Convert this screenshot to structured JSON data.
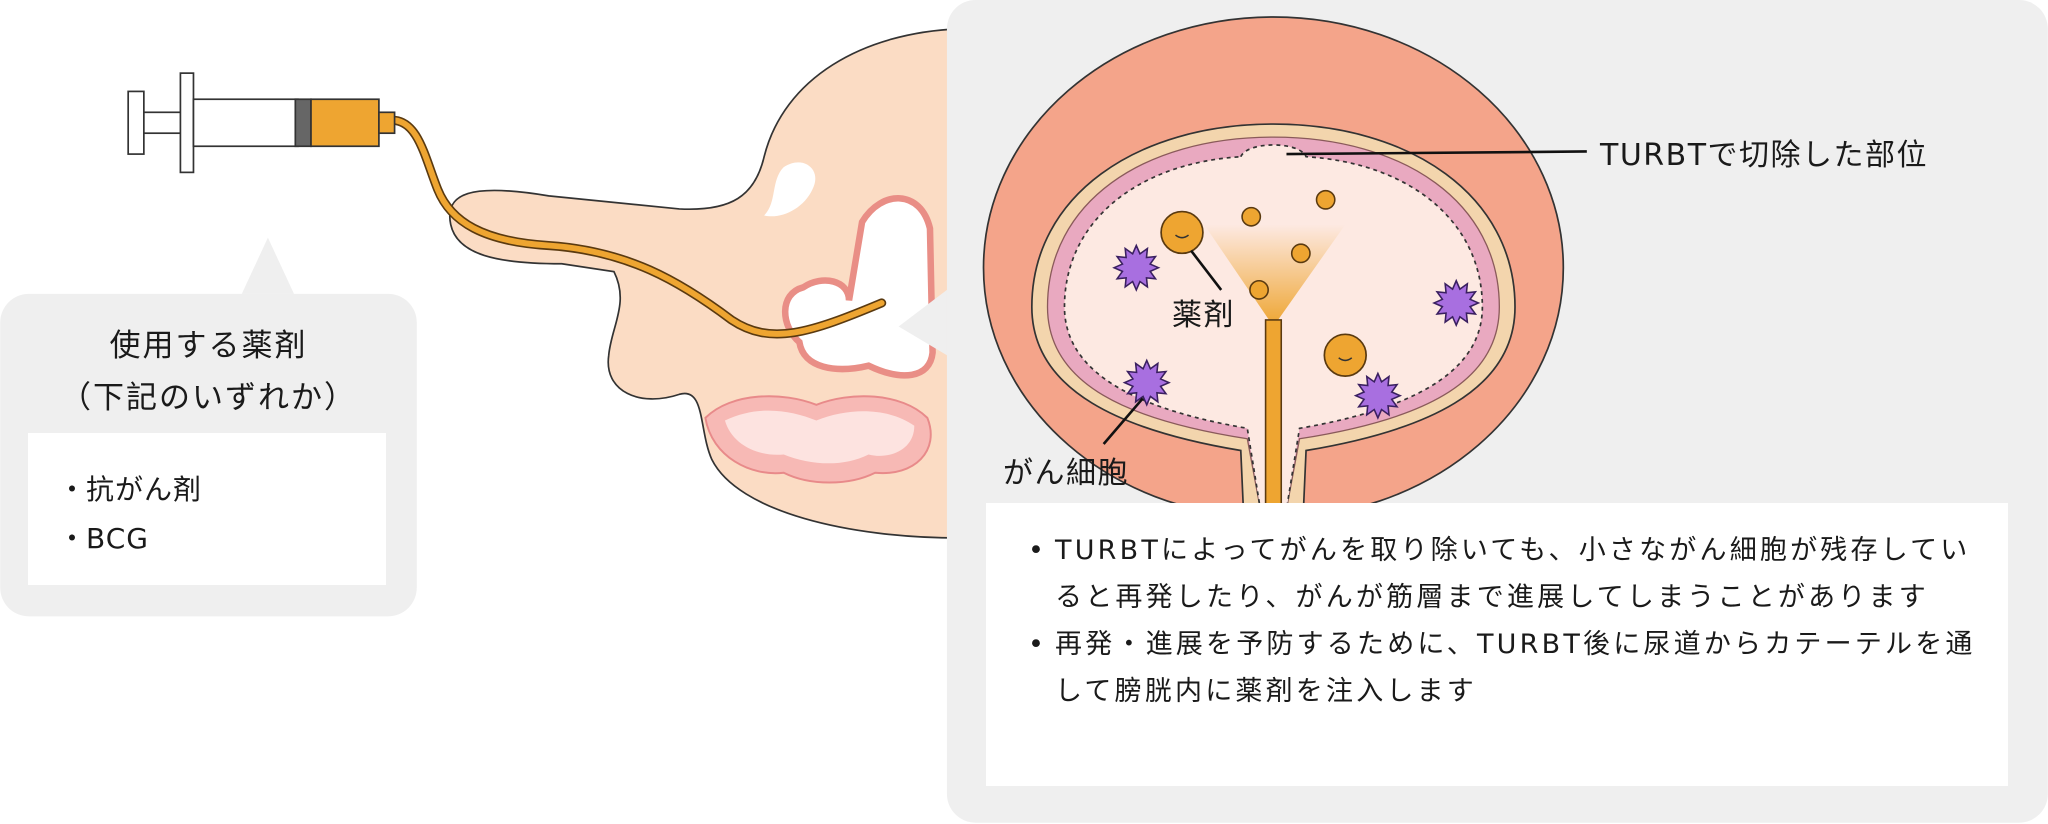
{
  "drug_box": {
    "title_line1": "使用する薬剤",
    "title_line2": "（下記のいずれか）",
    "items": [
      "抗がん剤",
      "BCG"
    ],
    "bullet": "・"
  },
  "diagram_labels": {
    "resection_site": "TURBTで切除した部位",
    "drug": "薬剤",
    "cancer_cell": "がん細胞"
  },
  "info_box": {
    "bullets": [
      "TURBTによってがんを取り除いても、小さながん細胞が残存していると再発したり、がんが筋層まで進展してしまうことがあります",
      "再発・進展を予防するために、TURBT後に尿道からカテーテルを通して膀胱内に薬剤を注入します"
    ]
  },
  "colors": {
    "panel_bg": "#efefef",
    "skin": "#fbdcc4",
    "drug_orange": "#eea531",
    "bladder_outer": "#f4a48a",
    "bladder_muscle": "#e9a9c0",
    "bladder_wall": "#f3d5ad",
    "bladder_cavity": "#fde9e2",
    "cancer_cell": "#a86fe0"
  },
  "icons": [
    "syringe-icon",
    "catheter",
    "cancer-cell-icon",
    "drug-particle-icon"
  ]
}
